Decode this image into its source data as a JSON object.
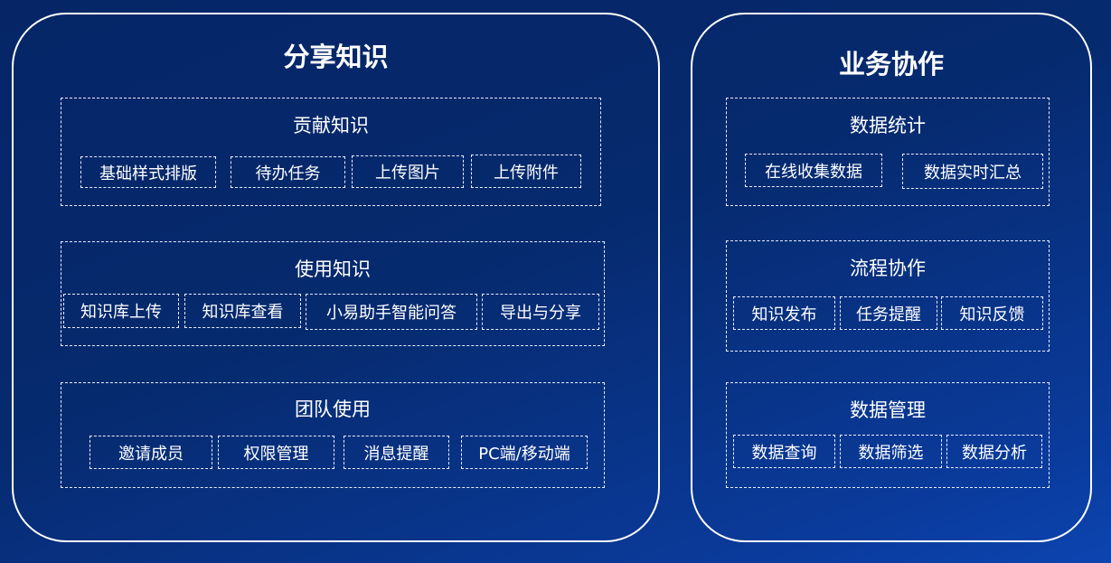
{
  "panels": [
    {
      "title": "分享知识",
      "groups": [
        {
          "title": "贡献知识",
          "items": [
            "基础样式排版",
            "待办任务",
            "上传图片",
            "上传附件"
          ]
        },
        {
          "title": "使用知识",
          "items": [
            "知识库上传",
            "知识库查看",
            "小易助手智能问答",
            "导出与分享"
          ]
        },
        {
          "title": "团队使用",
          "items": [
            "邀请成员",
            "权限管理",
            "消息提醒",
            "PC端/移动端"
          ]
        }
      ]
    },
    {
      "title": "业务协作",
      "groups": [
        {
          "title": "数据统计",
          "items": [
            "在线收集数据",
            "数据实时汇总"
          ]
        },
        {
          "title": "流程协作",
          "items": [
            "知识发布",
            "任务提醒",
            "知识反馈"
          ]
        },
        {
          "title": "数据管理",
          "items": [
            "数据查询",
            "数据筛选",
            "数据分析"
          ]
        }
      ]
    }
  ]
}
